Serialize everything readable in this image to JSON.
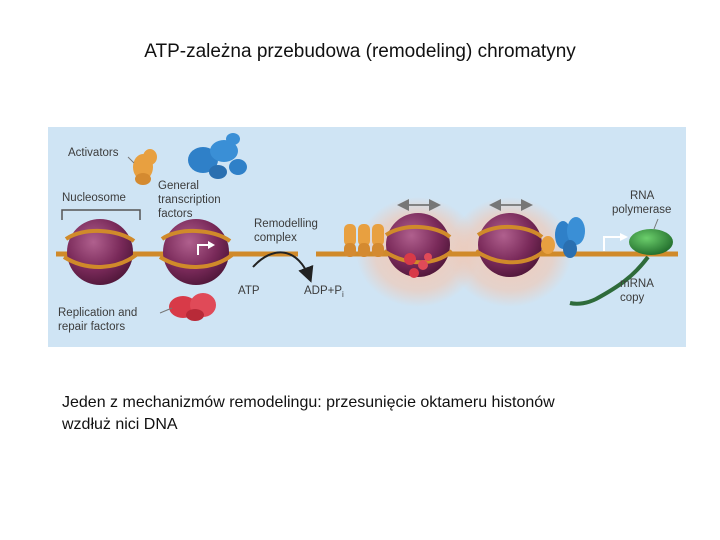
{
  "slide": {
    "title": "ATP-zależna przebudowa (remodeling) chromatyny"
  },
  "figure": {
    "labels": {
      "activators": "Activators",
      "nucleosome": "Nucleosome",
      "general_tf_1": "General",
      "general_tf_2": "transcription",
      "general_tf_3": "factors",
      "remodelling_1": "Remodelling",
      "remodelling_2": "complex",
      "atp": "ATP",
      "adp_pi": "ADP+P",
      "adp_pi_sub": "i",
      "rna_pol_1": "RNA",
      "rna_pol_2": "polymerase",
      "mrna_1": "mRNA",
      "mrna_2": "copy",
      "replication_1": "Replication and",
      "replication_2": "repair factors"
    },
    "colors": {
      "background": "#cfe4f4",
      "dna": "#d08a2a",
      "histone": "#7a2a5a",
      "activator": "#e8a040",
      "gtf": "#2f80c8",
      "polymerase": "#2e8b3a",
      "mrna": "#2e6b3a",
      "repair": "#d83a48",
      "glow": "#f3c6b0"
    }
  },
  "caption": {
    "line1": "Jeden z mechanizmów remodelingu: przesunięcie oktameru histonów",
    "line2": "wzdłuż nici DNA"
  }
}
